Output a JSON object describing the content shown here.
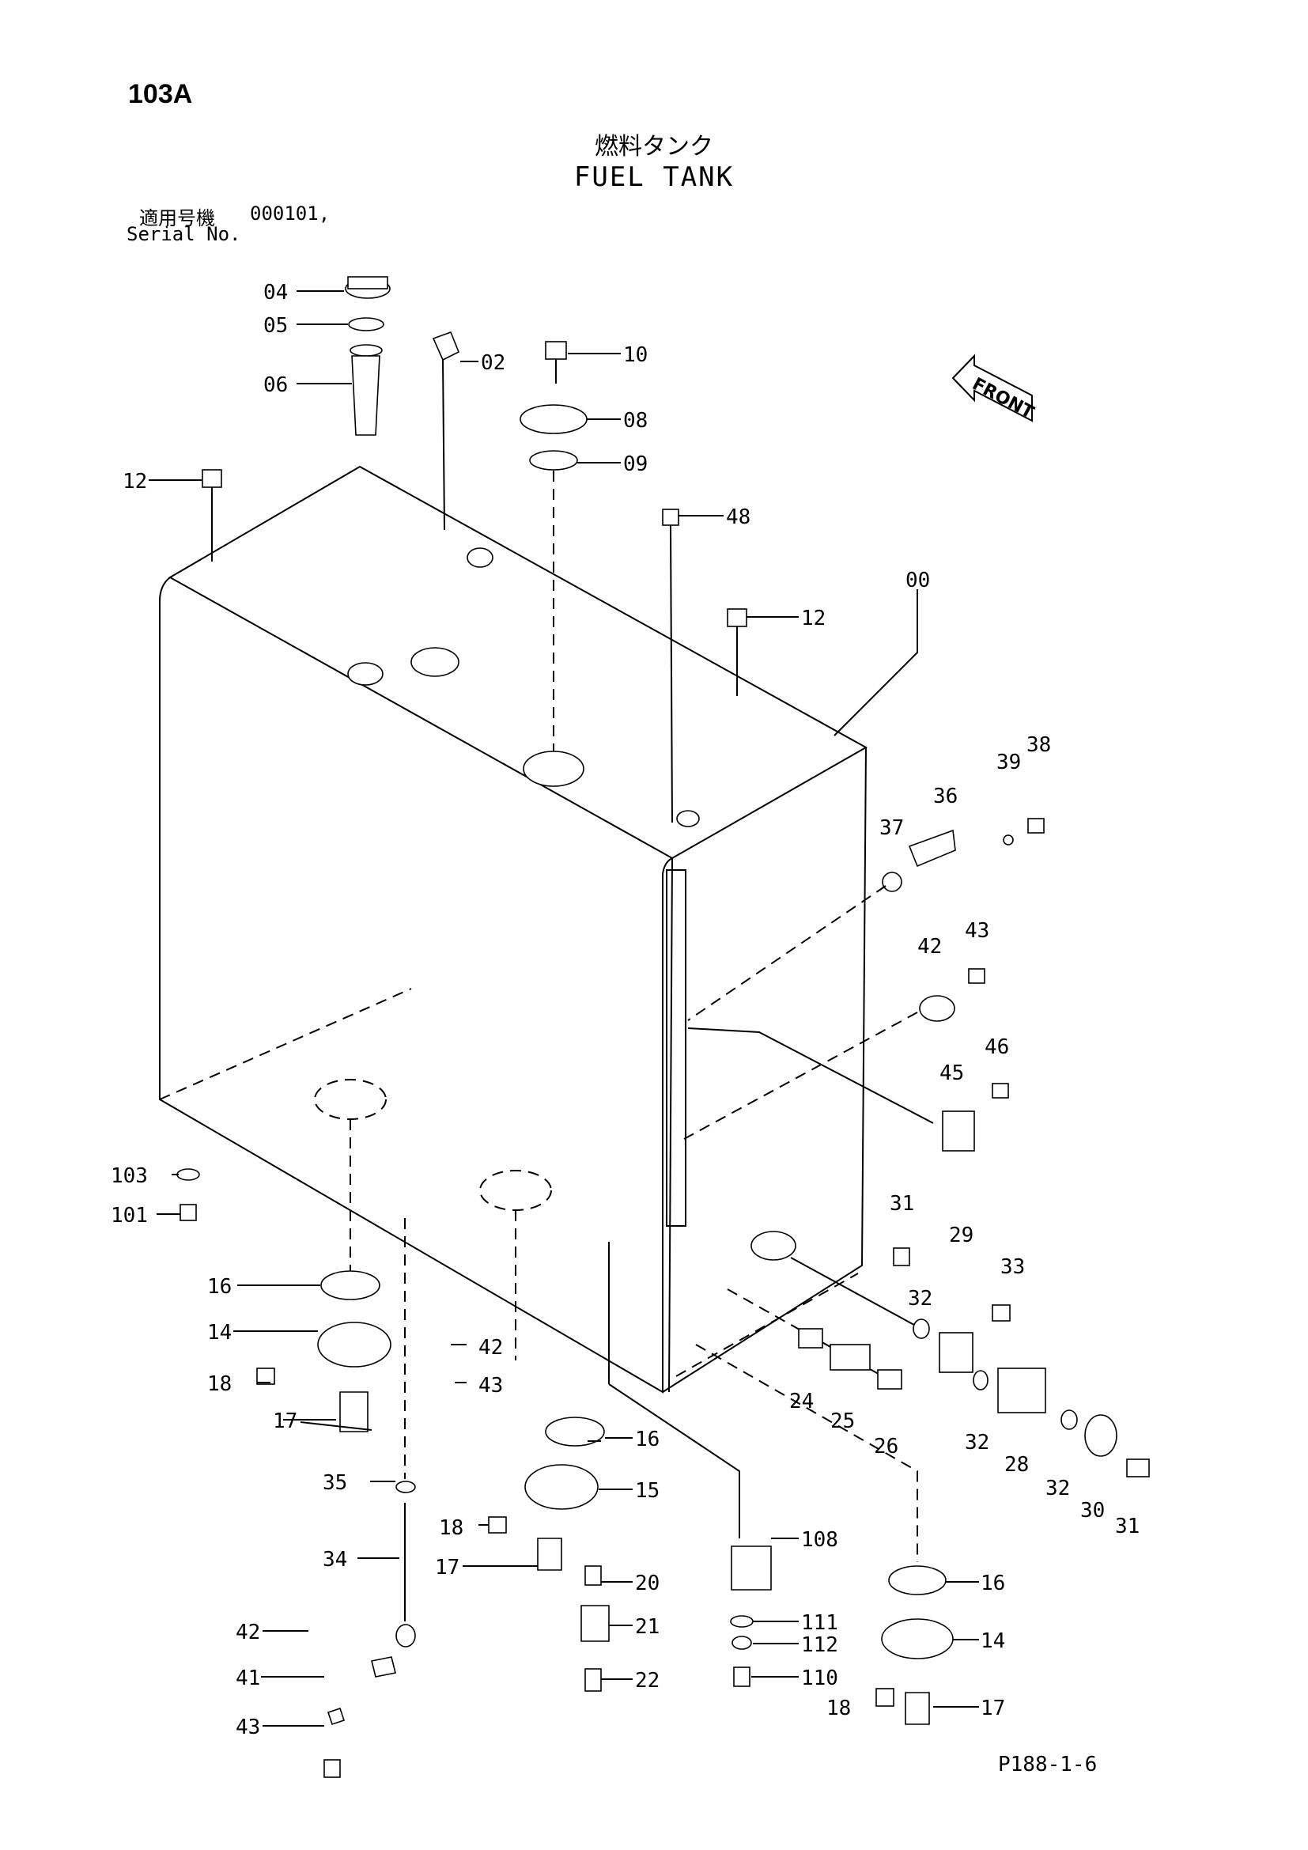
{
  "page_id": "103A",
  "title_jp": "燃料タンク",
  "title_en": "FUEL TANK",
  "serial": {
    "label_jp": "適用号機",
    "value": "000101,",
    "label_en": "Serial No."
  },
  "footer": "P188-1-6",
  "front_label": "FRONT",
  "labels": [
    "04",
    "05",
    "06",
    "02",
    "10",
    "08",
    "09",
    "12",
    "48",
    "00",
    "12",
    "38",
    "39",
    "36",
    "37",
    "43",
    "42",
    "46",
    "45",
    "103",
    "101",
    "31",
    "29",
    "33",
    "32",
    "16",
    "14",
    "42",
    "43",
    "18",
    "17",
    "24",
    "25",
    "26",
    "32",
    "28",
    "16",
    "15",
    "35",
    "18",
    "17",
    "20",
    "34",
    "21",
    "42",
    "41",
    "43",
    "22",
    "108",
    "111",
    "112",
    "110",
    "16",
    "14",
    "18",
    "17",
    "32",
    "30",
    "31"
  ]
}
